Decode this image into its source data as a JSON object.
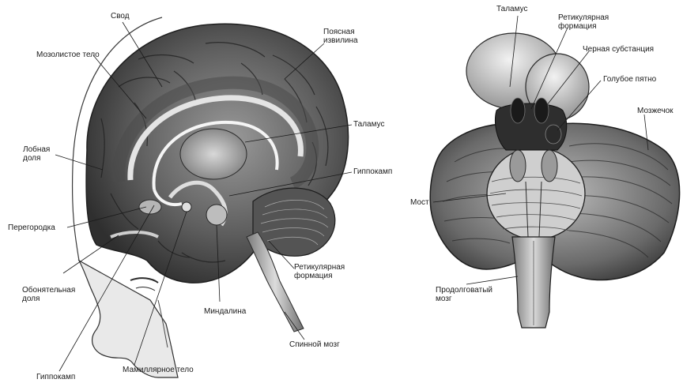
{
  "left_figure": {
    "labels": {
      "svod": "Свод",
      "mozolistoe_telo": "Мозолистое тело",
      "poyasnaya_izvilina": "Поясная\nизвилина",
      "lobnaya_dolya": "Лобная\nдоля",
      "talamus": "Таламус",
      "gippokamp_right": "Гиппокамп",
      "peregorodka": "Перегородка",
      "retikulyarnaya_formatsiya": "Ретикулярная\nформация",
      "obonyatelnaya_dolya": "Обонятельная\nдоля",
      "mindalina": "Миндалина",
      "spinnoy_mozg": "Спинной мозг",
      "gippokamp_bottom": "Гиппокамп",
      "mamillyarnoe_telo": "Мамиллярное тело"
    }
  },
  "right_figure": {
    "labels": {
      "talamus": "Таламус",
      "retikulyarnaya_formatsiya": "Ретикулярная\nформация",
      "chernaya_substantsiya": "Черная субстанция",
      "goluboe_pyatno": "Голубое пятно",
      "mozzhechok": "Мозжечок",
      "most": "Мост",
      "prodolgovatyy_mozg": "Продолговатый\nмозг"
    }
  }
}
